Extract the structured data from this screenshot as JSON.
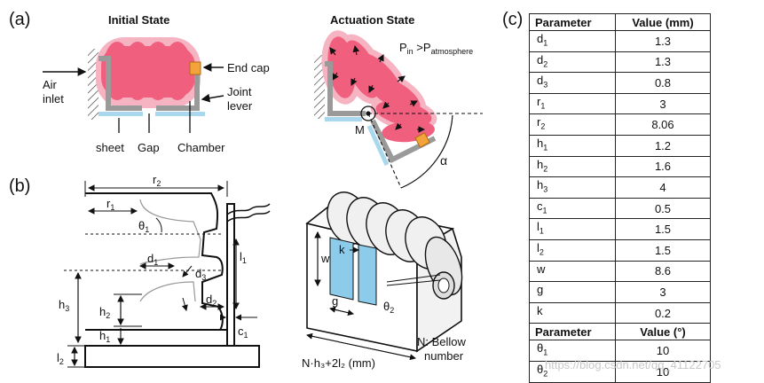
{
  "panel_labels": {
    "a": "(a)",
    "b": "(b)",
    "c": "(c)"
  },
  "panel_a": {
    "initial_title": "Initial State",
    "actuation_title": "Actuation State",
    "air_inlet_line1": "Air",
    "air_inlet_line2": "inlet",
    "end_cap": "End cap",
    "joint_lever_line1": "Joint",
    "joint_lever_line2": "lever",
    "sheet": "sheet",
    "gap": "Gap",
    "chamber": "Chamber",
    "pressure_p": "P",
    "pressure_in": "in",
    "pressure_gt": " >P",
    "pressure_atm": "atmosphere",
    "point_m": "M",
    "angle": "α"
  },
  "panel_b": {
    "r2": {
      "main": "r",
      "sub": "2"
    },
    "r1": {
      "main": "r",
      "sub": "1"
    },
    "theta1": {
      "main": "θ",
      "sub": "1"
    },
    "d1": {
      "main": "d",
      "sub": "1"
    },
    "d3": {
      "main": "d",
      "sub": "3"
    },
    "d2": {
      "main": "d",
      "sub": "2"
    },
    "l1": {
      "main": "l",
      "sub": "1"
    },
    "h3": {
      "main": "h",
      "sub": "3"
    },
    "h2": {
      "main": "h",
      "sub": "2"
    },
    "h1": {
      "main": "h",
      "sub": "1"
    },
    "c1": {
      "main": "c",
      "sub": "1"
    },
    "l2": {
      "main": "l",
      "sub": "2"
    },
    "w": "w",
    "k": "k",
    "g": "g",
    "theta2": {
      "main": "θ",
      "sub": "2"
    },
    "bellow_line1": "N: Bellow",
    "bellow_line2": "number",
    "length_expr": "N·h₃+2l₂ (mm)"
  },
  "table": {
    "header_param": "Parameter",
    "header_mm": "Value (mm)",
    "rows_mm": [
      {
        "name": "d",
        "sub": "1",
        "value": "1.3"
      },
      {
        "name": "d",
        "sub": "2",
        "value": "1.3"
      },
      {
        "name": "d",
        "sub": "3",
        "value": "0.8"
      },
      {
        "name": "r",
        "sub": "1",
        "value": "3"
      },
      {
        "name": "r",
        "sub": "2",
        "value": "8.06"
      },
      {
        "name": "h",
        "sub": "1",
        "value": "1.2"
      },
      {
        "name": "h",
        "sub": "2",
        "value": "1.6"
      },
      {
        "name": "h",
        "sub": "3",
        "value": "4"
      },
      {
        "name": "c",
        "sub": "1",
        "value": "0.5"
      },
      {
        "name": "l",
        "sub": "1",
        "value": "1.5"
      },
      {
        "name": "l",
        "sub": "2",
        "value": "1.5"
      },
      {
        "name": "w",
        "sub": "",
        "value": "8.6"
      },
      {
        "name": "g",
        "sub": "",
        "value": "3"
      },
      {
        "name": "k",
        "sub": "",
        "value": "0.2"
      }
    ],
    "header_param2": "Parameter",
    "header_deg": "Value (°)",
    "rows_deg": [
      {
        "name": "θ",
        "sub": "1",
        "value": "10"
      },
      {
        "name": "θ",
        "sub": "2",
        "value": "10"
      }
    ]
  },
  "watermark": "https://blog.csdn.net/qq_41122705",
  "colors": {
    "chamber": "#f0607e",
    "chamber_halo": "#f6b3c2",
    "lever": "#9a9a9a",
    "sheet": "#a9d8ee",
    "end_cap": "#f2a43a",
    "blue_region": "#8ccbe9"
  }
}
